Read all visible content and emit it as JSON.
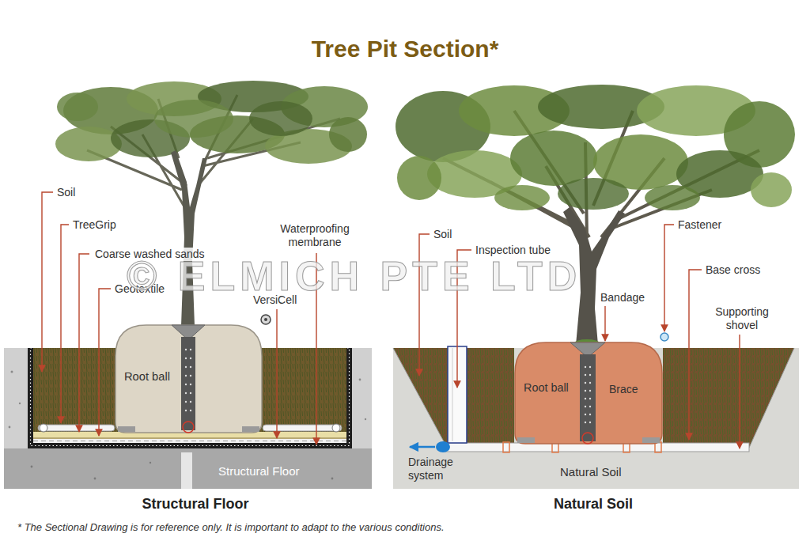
{
  "diagram": {
    "title": "Tree Pit Section*",
    "caption": "* The Sectional Drawing is for reference only. It is important to adapt to the various conditions.",
    "nodes": [
      {
        "text": [
          "Root ball"
        ]
      },
      {
        "text": [
          "Root ball"
        ]
      }
    ],
    "labels": [
      "Soil",
      "TreeGrip",
      "Coarse washed sands",
      "Geotextile",
      "VersiCell",
      "Waterproofing membrane",
      "Structural Floor",
      "Structural Floor",
      "Soil",
      "Inspection tube",
      "Bandage",
      "Fastener",
      "Base cross",
      "Supporting shovel",
      "Brace",
      "Drainage system",
      "Natural Soil",
      "Natural Soil",
      "© ELMICH PTE LTD"
    ]
  }
}
